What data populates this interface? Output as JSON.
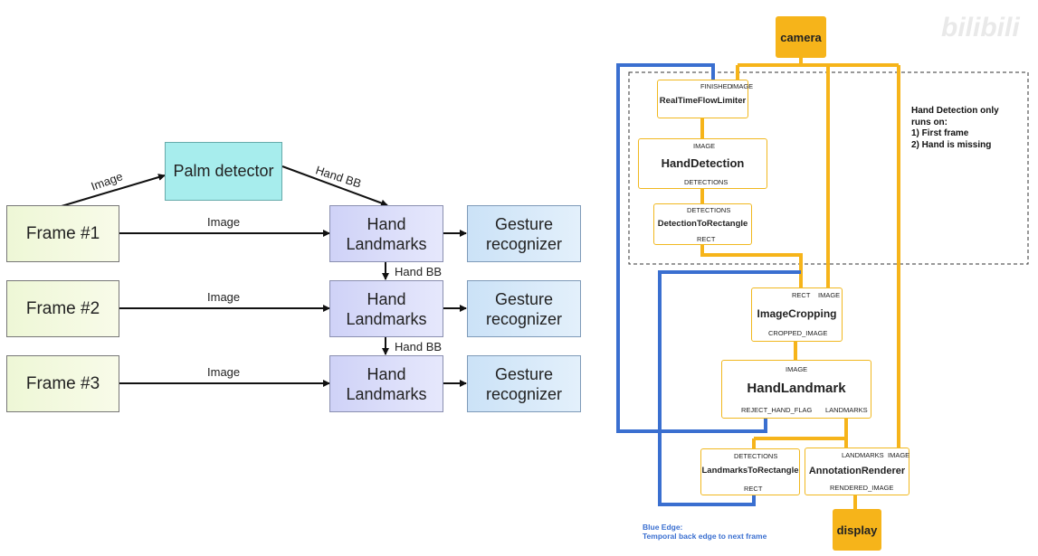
{
  "left_diagram": {
    "palm_detector": "Palm detector",
    "image_label": "Image",
    "hand_bb_diag": "Hand BB",
    "hand_bb": "Hand BB",
    "frames": [
      {
        "frame": "Frame #1",
        "image": "Image",
        "hand_line1": "Hand",
        "hand_line2": "Landmarks",
        "gest_line1": "Gesture",
        "gest_line2": "recognizer"
      },
      {
        "frame": "Frame #2",
        "image": "Image",
        "hand_line1": "Hand",
        "hand_line2": "Landmarks",
        "gest_line1": "Gesture",
        "gest_line2": "recognizer"
      },
      {
        "frame": "Frame #3",
        "image": "Image",
        "hand_line1": "Hand",
        "hand_line2": "Landmarks",
        "gest_line1": "Gesture",
        "gest_line2": "recognizer"
      }
    ]
  },
  "right_diagram": {
    "camera": "camera",
    "display": "display",
    "watermark": "bilibili",
    "note": [
      "Hand Detection only",
      "runs on:",
      "1) First frame",
      "2) Hand is missing"
    ],
    "legend_title": "Blue Edge:",
    "legend_text": "Temporal back edge to next frame",
    "nodes": {
      "limiter": {
        "name": "RealTimeFlowLimiter",
        "in1": "FINISHED",
        "in2": "IMAGE"
      },
      "detection": {
        "name": "HandDetection",
        "in": "IMAGE",
        "out": "DETECTIONS"
      },
      "det2rect": {
        "name": "DetectionToRectangle",
        "in": "DETECTIONS",
        "out": "RECT"
      },
      "cropping": {
        "name": "ImageCropping",
        "in1": "RECT",
        "in2": "IMAGE",
        "out": "CROPPED_IMAGE"
      },
      "landmark": {
        "name": "HandLandmark",
        "in": "IMAGE",
        "out1": "REJECT_HAND_FLAG",
        "out2": "LANDMARKS"
      },
      "lm2rect": {
        "name": "LandmarksToRectangle",
        "in": "DETECTIONS",
        "out": "RECT"
      },
      "renderer": {
        "name": "AnnotationRenderer",
        "in1": "LANDMARKS",
        "in2": "IMAGE",
        "out": "RENDERED_IMAGE"
      }
    }
  },
  "colors": {
    "yellow_edge": "#f6b41a",
    "blue_edge": "#3a6fd0",
    "node_border": "#f1b81f"
  }
}
